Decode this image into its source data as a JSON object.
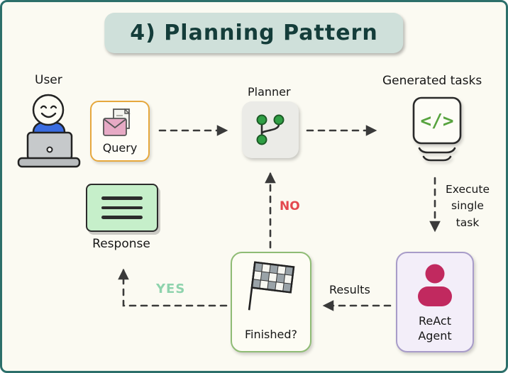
{
  "title": "4) Planning Pattern",
  "nodes": {
    "user": {
      "label": "User"
    },
    "query": {
      "label": "Query"
    },
    "planner": {
      "label": "Planner"
    },
    "generated_tasks": {
      "label": "Generated tasks",
      "icon_glyph": "</>"
    },
    "react_agent": {
      "label": "ReAct Agent"
    },
    "finished": {
      "label": "Finished?"
    },
    "response": {
      "label": "Response"
    }
  },
  "edges": {
    "execute_single_task": {
      "label": "Execute single task"
    },
    "no": {
      "label": "NO"
    },
    "yes": {
      "label": "YES"
    },
    "results": {
      "label": "Results"
    }
  },
  "colors": {
    "canvas_border": "#2c6f6a",
    "canvas_bg": "#fbfaf2",
    "title_bg": "#cfe0da",
    "title_text": "#143d3a",
    "query_border": "#e6a83d",
    "planner_bg": "#ebebe7",
    "planner_node_green": "#2f9e44",
    "code_green": "#57a33e",
    "react_border": "#a89cc9",
    "react_bg": "#f3eef9",
    "react_person": "#c1295f",
    "finished_border": "#8fbc75",
    "response_bg": "#c6efca",
    "no_label": "#e4484e",
    "yes_label": "#8ed3ad",
    "arrow": "#3a3a3a"
  }
}
